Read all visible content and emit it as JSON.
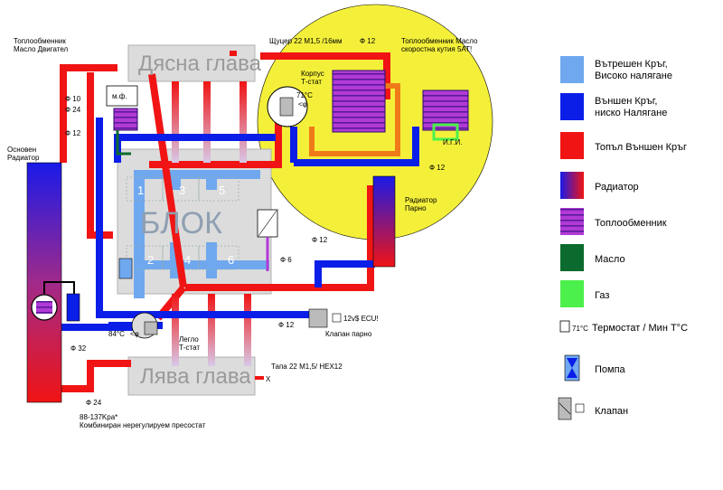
{
  "blocks": {
    "right_head": "Дясна глава",
    "left_head": "Лява глава",
    "engine_block": "БЛОК",
    "cylinders_top": [
      "1",
      "3",
      "5"
    ],
    "cylinders_bottom": [
      "2",
      "4",
      "6"
    ]
  },
  "labels": {
    "oil_cooler_engine": "Топлообменник\nМасло Двигател",
    "main_radiator": "Основен\nРадиатор",
    "phi10": "Ф 10",
    "phi24_left": "Ф 24",
    "phi12_left": "Ф 12",
    "mf": "м.ф.",
    "fitting": "Щуцер 22 М1,5 /16мм",
    "phi12_top": "Ф 12",
    "housing": "Корпус\nТ-стат",
    "t71": "71°C",
    "phi_sym": "<φ",
    "gearbox_oil": "Топлообменник Масло\nскоростна кутия 5АТ!",
    "igi": "И.Г.И.",
    "phi12_right": "Ф 12",
    "heater_radiator": "Радиатор\nПарно",
    "phi12_heater": "Ф 12",
    "phi6": "Ф 6",
    "ecu": "12v$ ECU!",
    "heater_valve": "Клапан парно",
    "phi12_bottom": "Ф 12",
    "t84": "84°C",
    "phi32": "Ф 32",
    "light_tstat": "Легло\nТ-стат",
    "plug": "Тапа 22 М1,5/ HEX12",
    "x_mark": "X",
    "phi24_bottom": "Ф 24",
    "pressostat": "88-137Kpa*\nКомбиниран нерегулируем пресостат"
  },
  "legend": [
    {
      "text": "Вътрешен Кръг,\nВисоко налягане",
      "swatch": "light-blue"
    },
    {
      "text": "Външен Кръг,\nниско Налягане",
      "swatch": "blue"
    },
    {
      "text": "Топъл Външен Кръг",
      "swatch": "red"
    },
    {
      "text": "Радиатор",
      "swatch": "radiator-gradient"
    },
    {
      "text": "Топлообменник",
      "swatch": "heat-exchanger"
    },
    {
      "text": "Масло",
      "swatch": "dark-green"
    },
    {
      "text": "Газ",
      "swatch": "green"
    },
    {
      "text": "Термостат / Мин T°C",
      "swatch": "thermostat-icon",
      "prefix": "71°C"
    },
    {
      "text": "Помпа",
      "swatch": "pump-icon"
    },
    {
      "text": "Клапан",
      "swatch": "valve-icon"
    }
  ],
  "colors": {
    "light_blue": "#6fa8ef",
    "blue": "#0a1ee8",
    "red": "#f01414",
    "dark_green": "#0b6b2e",
    "green": "#4cf04c",
    "purple": "#b23ad6",
    "yellow": "#f4f03a",
    "block_gray": "#dcdcdc",
    "orange": "#f07a18"
  }
}
